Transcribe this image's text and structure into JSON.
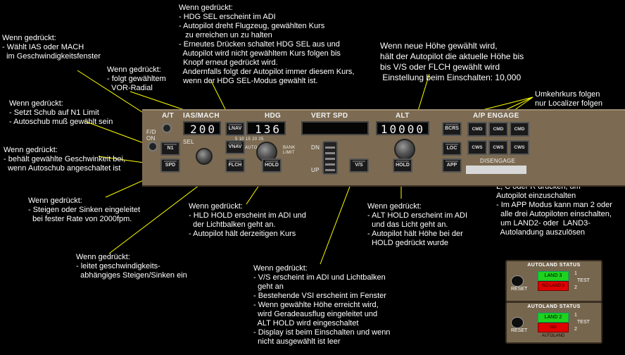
{
  "notes": {
    "ias_mach": "Wenn gedrückt:\n- Wählt IAS oder MACH\n  im Geschwindigkeitsfenster",
    "lnav": "Wenn gedrückt:\n- folgt gewähltem\n  VOR-Radial",
    "hdg": "Wenn gedrückt:\n- HDG SEL erscheint im ADI\n- Autopilot dreht Flugzeug, gewählten Kurs\n   zu erreichen un zu halten\n- Erneutes Drücken schaltet HDG SEL aus und\n  Autopilot wird nicht gewähltem Kurs folgen bis\n  Knopf erneut gedrückt wird.\n  Andernfalls folgt der Autopilot immer diesem Kurs,\n  wenn der HDG SEL-Modus gewählt ist.",
    "alt": "Wenn neue Höhe gewählt wird,\nhält der Autopilot die aktuelle Höhe bis\nbis V/S oder FLCH gewählt wird\n Einstellung beim Einschalten: 10,000",
    "reverse": "Umkehrkurs folgen\nnur Localizer folgen\nApproach-Modus\n     (LOC und G/S).",
    "n1": "Wenn gedrückt:\n- Setzt Schub auf N1 Limit\n- Autoschub muß gewählt sein",
    "spd": "Wenn gedrückt:\n- behält gewählte Geschwinkeit bei,\n  wenn Autoschub angeschaltet ist",
    "vnav": "Wenn gedrückt:\n- Steigen oder Sinken eingeleitet\n  bei fester Rate von 2000fpm.",
    "hdg_hold": "Wenn gedrückt:\n- HLD HOLD erscheint im ADI und\n  der Lichtbalken geht an.\n- Autopilot hält derzeitigen Kurs",
    "alt_hold": "Wenn gedrückt:\n- ALT HOLD erscheint im ADI\n  und das Licht geht an.\n- Autopilot hält Höhe bei der\n  HOLD gedrückt wurde",
    "ap_engage": "L, C oder R drücken, um\nAutopilot einzuschalten\n- Im APP Modus kann man 2 oder\n  alle drei Autopiloten einschalten,\n  um LAND2- oder  LAND3-\n  Autolandung auszulösen",
    "flch": "Wenn gedrückt:\n- leitet geschwindigkeits-\n  abhängiges Steigen/Sinken ein",
    "vs": "Wenn gedrückt:\n- V/S erscheint im ADI und Lichtbalken\n  geht an\n- Bestehende VSI erscheint im Fenster\n- Wenn gewählte Höhe erreicht wird,\n  wird Geradeausflug eingeleitet und\n  ALT HOLD wird eingeschaltet\n- Display ist beim Einschalten und wenn\n  nicht ausgewählt ist leer"
  },
  "panel": {
    "at_label": "A/T",
    "ias_label": "IAS/MACH",
    "hdg_label": "HDG",
    "vs_label": "VERT SPD",
    "alt_label": "ALT",
    "ap_label": "A/P ENGAGE",
    "fd_label": "F/D",
    "on_label": "ON",
    "sel_label": "SEL",
    "auto_label": "AUTO",
    "bank_label": "BANK LIMIT",
    "bank_scale": "5  10  15  20  25",
    "dn_label": "DN",
    "up_label": "UP",
    "ias_value": "200",
    "hdg_value": "136",
    "vs_value": "",
    "alt_value": "10000",
    "disengage": "DISENGAGE",
    "buttons": {
      "n1": "N1",
      "spd": "SPD",
      "lnav": "LNAV",
      "vnav": "VNAV",
      "flch": "FLCH",
      "hdg_hold": "HOLD",
      "vs": "V/S",
      "alt_hold": "HOLD",
      "bcrs": "BCRS",
      "loc": "LOC",
      "app": "APP",
      "cmd1": "CMD",
      "cmd2": "CMD",
      "cmd3": "CMD",
      "cws1": "CWS",
      "cws2": "CWS",
      "cws3": "CWS"
    }
  },
  "autoland": [
    {
      "title": "AUTOLAND STATUS",
      "reset": "RESET",
      "green": "LAND 3",
      "red": "NO LAND 3",
      "opt1": "1",
      "test": "TEST",
      "opt2": "2"
    },
    {
      "title": "AUTOLAND STATUS",
      "reset": "RESET",
      "green": "LAND 2",
      "red": "NO AUTOLAND",
      "opt1": "1",
      "test": "TEST",
      "opt2": "2"
    }
  ],
  "colors": {
    "leader": "#ffff00",
    "panel": "#7c6b52",
    "green": "#1ed21e",
    "red": "#e00000"
  }
}
